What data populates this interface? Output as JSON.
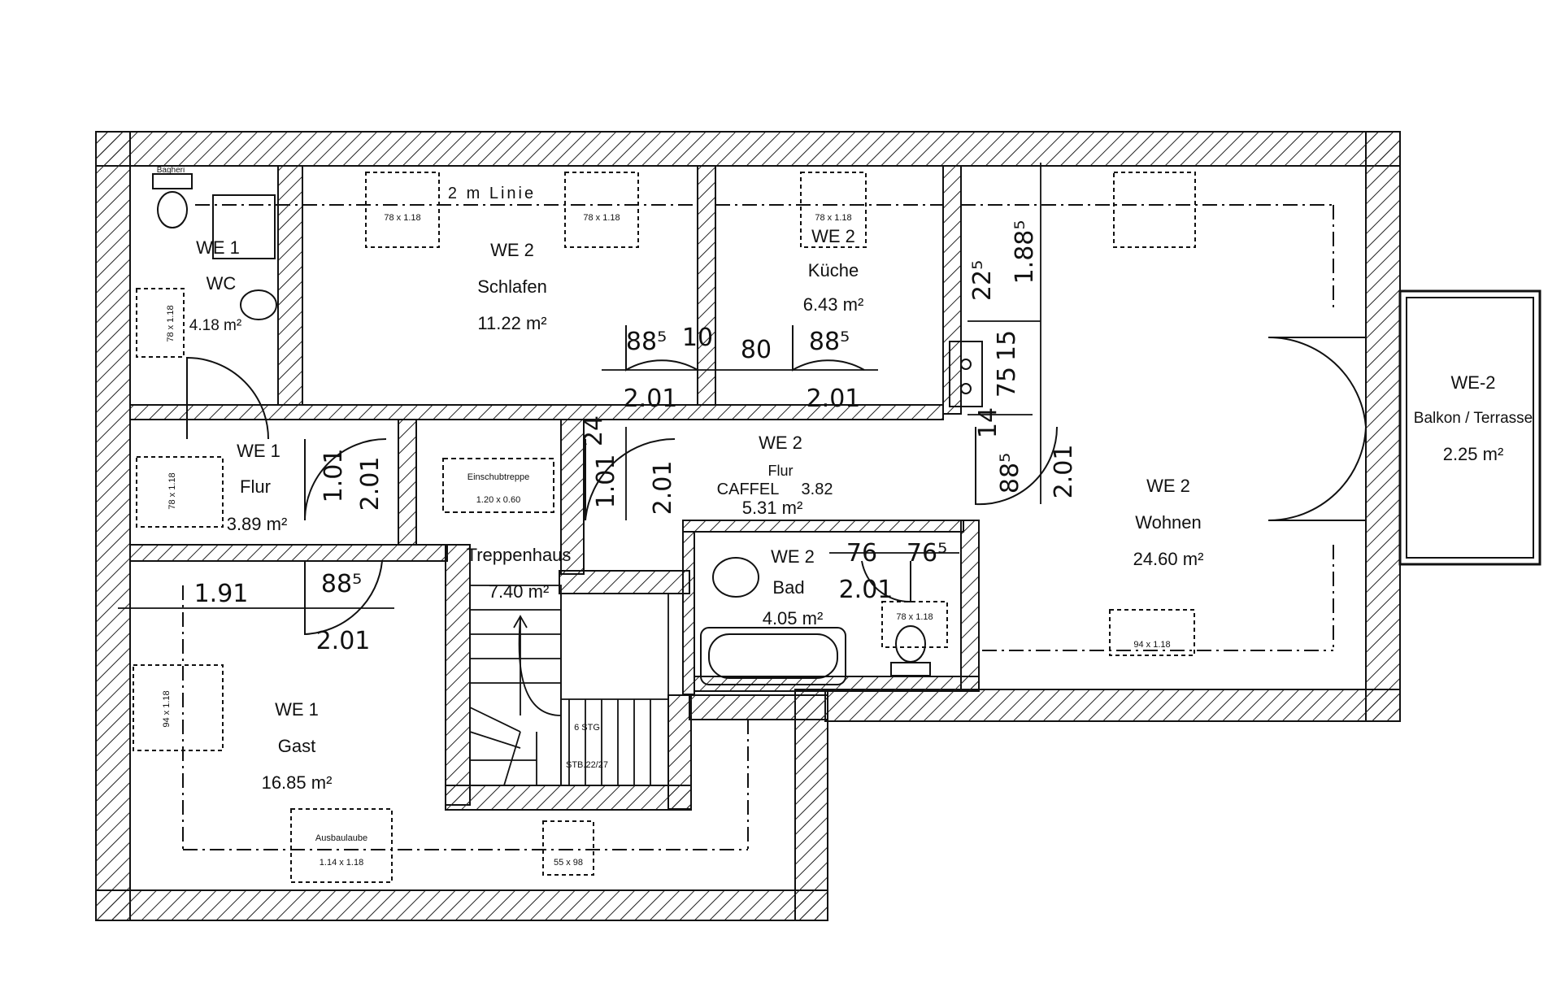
{
  "rooms": {
    "we1_wc": {
      "unit": "WE 1",
      "name": "WC",
      "area": "4.18 m²"
    },
    "we2_schlafen": {
      "unit": "WE 2",
      "name": "Schlafen",
      "area": "11.22 m²"
    },
    "we2_kueche": {
      "unit": "WE 2",
      "name": "Küche",
      "area": "6.43 m²"
    },
    "we2_wohnen": {
      "unit": "WE 2",
      "name": "Wohnen",
      "area": "24.60 m²"
    },
    "we2_balkon": {
      "unit": "WE-2",
      "name": "Balkon / Terrasse",
      "area": "2.25 m²"
    },
    "we1_flur": {
      "unit": "WE 1",
      "name": "Flur",
      "area": "3.89 m²"
    },
    "we2_flur": {
      "unit": "WE 2",
      "name": "Flur",
      "area": "5.31 m²",
      "note": "CAFFEL",
      "area_alt": "3.82"
    },
    "treppenhaus": {
      "name": "Treppenhaus",
      "area": "7.40 m²"
    },
    "we2_bad": {
      "unit": "WE 2",
      "name": "Bad",
      "area": "4.05 m²"
    },
    "we1_gast": {
      "unit": "WE 1",
      "name": "Gast",
      "area": "16.85 m²"
    }
  },
  "line_label": "2 m Linie",
  "dimensions": {
    "schlafen_door_w": "88⁵",
    "schlafen_door_small": "10",
    "schlafen_door_h": "2.01",
    "corridor_80": "80",
    "kueche_door_w": "88⁵",
    "kueche_door_h": "2.01",
    "wohnen_1885": "1.88⁵",
    "wohnen_22": "22⁵",
    "wohnen_15": "15",
    "wohnen_75": "75",
    "wohnen_14": "14",
    "wohnen_door_w": "88⁵",
    "wohnen_door_h": "2.01",
    "flur1_door_a": "1.01",
    "flur1_door_b": "2.01",
    "flur2_door_a": "1.01",
    "flur2_door_b": "2.01",
    "flur2_24": "24",
    "bad_76a": "76",
    "bad_76b": "76⁵",
    "bad_h": "2.01",
    "gast_191": "1.91",
    "gast_door_w": "88⁵",
    "gast_door_h": "2.01"
  },
  "windows": {
    "schlafen_1": "78 x 1.18",
    "schlafen_2": "78 x 1.18",
    "kueche": "78 x 1.18",
    "wc": "78 x 1.18",
    "flur1": "78 x 1.18",
    "wohnen": "94 x 1.18",
    "gast_side": "94 x 1.18",
    "gast_bottom": "1.14 x 1.18",
    "gast_bottom_label": "Ausbaulaube",
    "gast_bottom_small": "55 x 98",
    "bad": "78 x 1.18",
    "einschub_label": "Einschubtreppe",
    "einschub_size": "1.20 x 0.60"
  },
  "stairs": {
    "steps": "6 STG",
    "note": "STB.22/27"
  },
  "wc_tag": "Bagheri"
}
